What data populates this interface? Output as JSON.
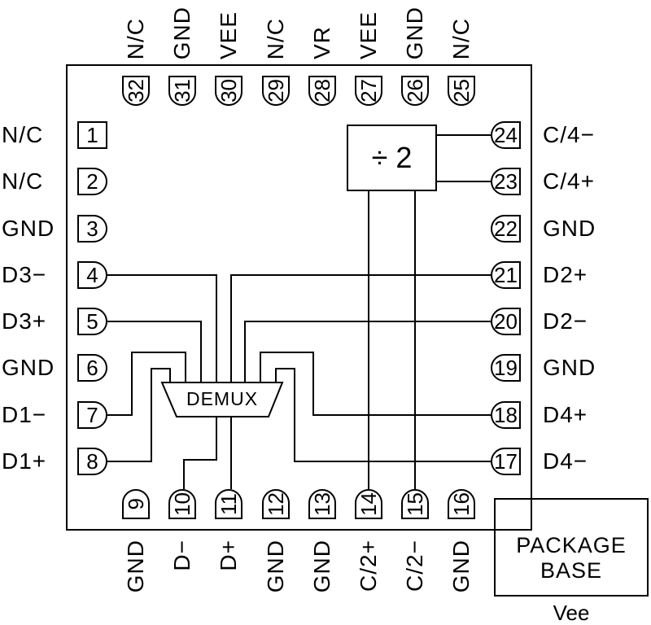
{
  "package": {
    "pins_left": [
      {
        "number": "1",
        "label": "N/C"
      },
      {
        "number": "2",
        "label": "N/C"
      },
      {
        "number": "3",
        "label": "GND"
      },
      {
        "number": "4",
        "label": "D3−"
      },
      {
        "number": "5",
        "label": "D3+"
      },
      {
        "number": "6",
        "label": "GND"
      },
      {
        "number": "7",
        "label": "D1−"
      },
      {
        "number": "8",
        "label": "D1+"
      }
    ],
    "pins_right": [
      {
        "number": "24",
        "label": "C/4−"
      },
      {
        "number": "23",
        "label": "C/4+"
      },
      {
        "number": "22",
        "label": "GND"
      },
      {
        "number": "21",
        "label": "D2+"
      },
      {
        "number": "20",
        "label": "D2−"
      },
      {
        "number": "19",
        "label": "GND"
      },
      {
        "number": "18",
        "label": "D4+"
      },
      {
        "number": "17",
        "label": "D4−"
      }
    ],
    "pins_top": [
      {
        "number": "32",
        "label": "N/C"
      },
      {
        "number": "31",
        "label": "GND"
      },
      {
        "number": "30",
        "label": "VEE"
      },
      {
        "number": "29",
        "label": "N/C"
      },
      {
        "number": "28",
        "label": "VR"
      },
      {
        "number": "27",
        "label": "VEE"
      },
      {
        "number": "26",
        "label": "GND"
      },
      {
        "number": "25",
        "label": "N/C"
      }
    ],
    "pins_bottom": [
      {
        "number": "9",
        "label": "GND"
      },
      {
        "number": "10",
        "label": "D−"
      },
      {
        "number": "11",
        "label": "D+"
      },
      {
        "number": "12",
        "label": "GND"
      },
      {
        "number": "13",
        "label": "GND"
      },
      {
        "number": "14",
        "label": "C/2+"
      },
      {
        "number": "15",
        "label": "C/2−"
      },
      {
        "number": "16",
        "label": "GND"
      }
    ]
  },
  "blocks": {
    "divider": {
      "label": "÷ 2"
    },
    "demux": {
      "label": "DEMUX"
    },
    "package_base": {
      "line1": "PACKAGE",
      "line2": "BASE",
      "sublabel": "Vee"
    }
  },
  "colors": {
    "line": "#000000",
    "background": "#ffffff"
  }
}
